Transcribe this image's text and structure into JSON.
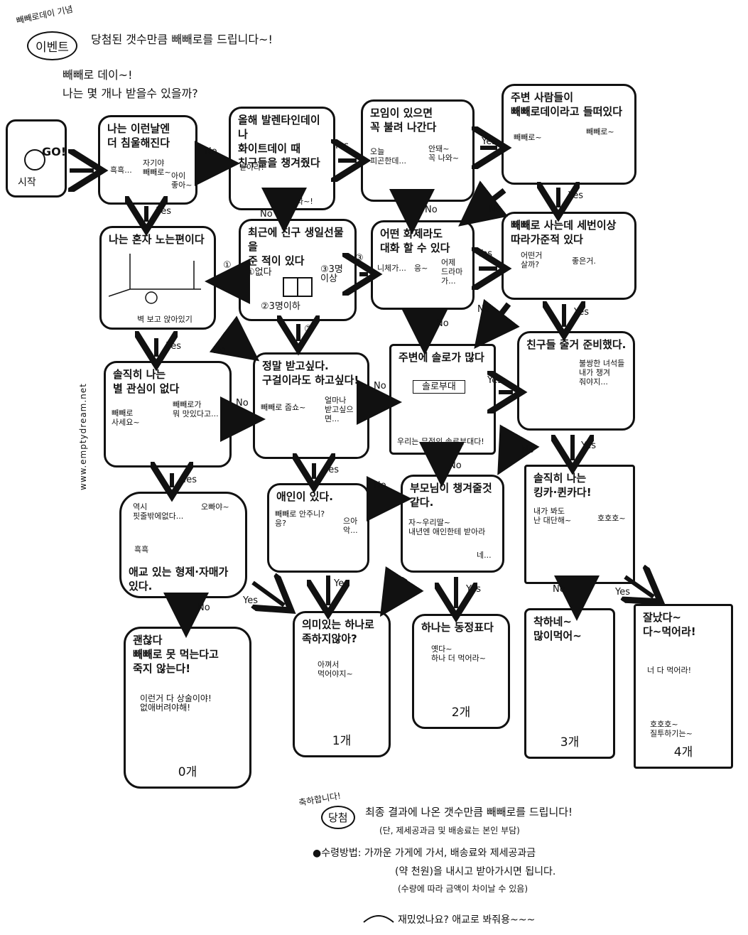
{
  "header": {
    "event_small": "빼빼로데이 기념",
    "event_badge": "이벤트",
    "headline": "당첨된 갯수만큼 빼빼로를 드립니다~!",
    "line1": "빼빼로 데이~!",
    "line2": "나는 몇 개나 받을수 있을까?"
  },
  "start": {
    "label": "시작",
    "go": "GO!"
  },
  "boxes": {
    "b1": {
      "title": "나는 이런날엔\n더 침울해진다",
      "s1": "흑흑...",
      "s2": "자기야\n빼빼로~",
      "s3": "아이\n좋아~"
    },
    "b2": {
      "title": "올해 발렌타인데이나\n화이트데이 때\n친구들을 챙겨줬다",
      "s1": "받아라!",
      "s2": "와~!"
    },
    "b3": {
      "title": "모임이 있으면\n꼭 불려 나간다",
      "s1": "오늘\n피곤한데...",
      "s2": "안돼~\n꼭 나와~"
    },
    "b4": {
      "title": "주변 사람들이\n빼빼로데이라고 들떠있다",
      "s1": "빼빼로~",
      "s2": "빼빼로~"
    },
    "b5": {
      "title": "나는 혼자 노는편이다",
      "s1": "벽 보고 앉아있기"
    },
    "b6": {
      "title": "최근에 친구 생일선물을\n준 적이 있다",
      "o1": "①없다",
      "o2": "②3명이하",
      "o3": "③3명\n이상"
    },
    "b7": {
      "title": "어떤 화제라도\n대화 할 수 있다",
      "s1": "니체가...",
      "s2": "응~",
      "s3": "어제\n드라마가..."
    },
    "b8": {
      "title": "빼빼로 사는데 세번이상\n따라가준적 있다",
      "s1": "어떤거\n살까?",
      "s2": "좋은거."
    },
    "b9": {
      "title": "솔직히 나는\n별 관심이 없다",
      "s1": "빼빼로\n사세요~",
      "s2": "빼빼로가\n뭐 맛있다고..."
    },
    "b10": {
      "title": "정말 받고싶다.\n구걸이라도 하고싶다!",
      "s1": "빼빼로 줍쇼~",
      "s2": "얼마나\n받고싶으면..."
    },
    "b11": {
      "title": "주변에 솔로가 많다",
      "banner": "솔로부대",
      "s1": "우리는 무적의 솔로부대다!"
    },
    "b12": {
      "title": "친구들 줄거 준비했다.",
      "s1": "불쌍한 녀석들\n내가 챙겨\n줘야지..."
    },
    "b13": {
      "title": "애교 있는 형제·자매가\n있다.",
      "s1": "역시\n핏줄밖에없다...",
      "s2": "오빠야~",
      "s3": "흑흑"
    },
    "b14": {
      "title": "애인이 있다.",
      "s1": "빼빼로 안주니?\n응?",
      "s2": "으아악..."
    },
    "b15": {
      "title": "부모님이 챙겨줄것\n같다.",
      "s1": "자~우리딸~\n내년엔 애인한테 받아라",
      "s2": "네..."
    },
    "b16": {
      "title": "솔직히 나는\n킹카·퀸카다!",
      "s1": "내가 봐도\n난 대단해~",
      "s2": "호호호~"
    }
  },
  "results": {
    "r0": {
      "title": "괜찮다\n빼빼로 못 먹는다고\n죽지 않는다!",
      "s1": "이런거 다 상술이야!\n없애버려야해!",
      "count": "0개"
    },
    "r1": {
      "title": "의미있는 하나로\n족하지않아?",
      "s1": "아껴서\n먹어야지~",
      "count": "1개"
    },
    "r2": {
      "title": "하나는 동정표다",
      "s1": "옛다~\n하나 더 먹어라~",
      "count": "2개"
    },
    "r3": {
      "title": "착하네~\n많이먹어~",
      "count": "3개"
    },
    "r4": {
      "title": "잘났다~\n다~먹어라!",
      "s1": "너 다 먹어라!",
      "s2": "호호호~\n질투하기는~",
      "count": "4개"
    }
  },
  "labels": {
    "yes": "Yes",
    "no": "No",
    "one": "①",
    "two": "②",
    "three": "③"
  },
  "footer": {
    "badge_small": "축하합니다!",
    "badge": "당첨",
    "line1": "최종 결과에 나온 갯수만큼 빼빼로를 드립니다!",
    "line2": "(단, 제세공과금 및 배송료는 본인 부담)",
    "line3": "●수령방법: 가까운 가게에 가서, 배송료와 제세공과금",
    "line4": "(약 천원)을 내시고 받아가시면 됩니다.",
    "line5": "(수량에 따라 금액이 차이날 수 있음)",
    "line6": "재밌었나요? 애교로 봐줘용~~~"
  },
  "watermark": "www.emptydream.net"
}
